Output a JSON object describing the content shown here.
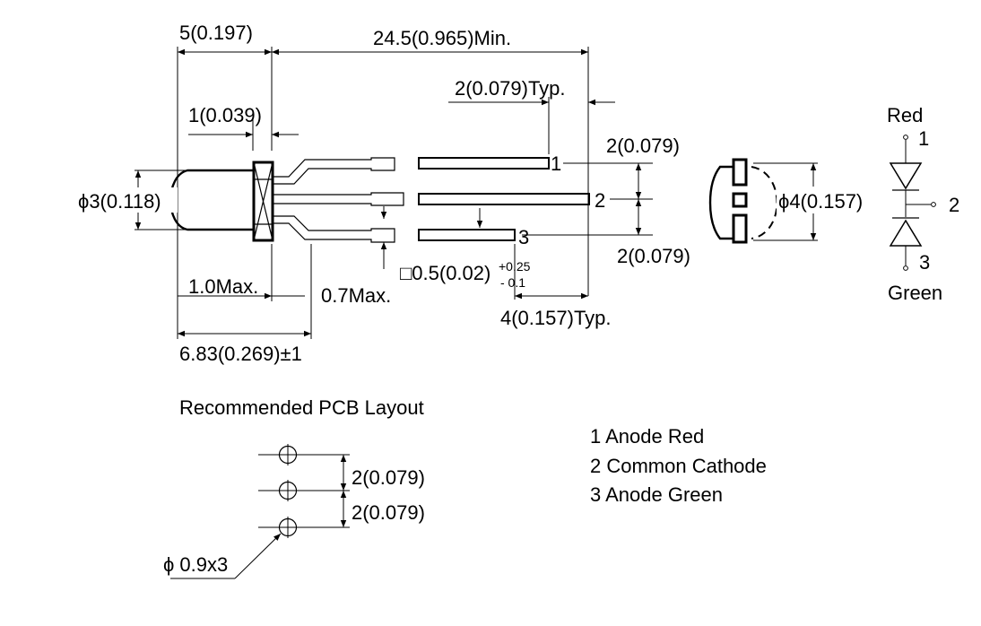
{
  "dims": {
    "d1": "5(0.197)",
    "d2": "24.5(0.965)Min.",
    "d3": "2(0.079)Typ.",
    "d4": "1(0.039)",
    "d5": "2(0.079)",
    "d6": "ϕ3(0.118)",
    "d7": "2(0.079)",
    "d8": "1.0Max.",
    "d9": "0.7Max.",
    "d10_main": "□0.5(0.02)",
    "d10_plus": "+0.25",
    "d10_minus": "- 0.1",
    "d11": "4(0.157)Typ.",
    "d12": "6.83(0.269)±1",
    "d13": "ϕ4(0.157)"
  },
  "pins": [
    "1",
    "2",
    "3"
  ],
  "schematic": {
    "top_label": "Red",
    "bottom_label": "Green",
    "pin_top": "1",
    "pin_mid": "2",
    "pin_bottom": "3"
  },
  "pcb": {
    "title": "Recommended PCB Layout",
    "pitch1": "2(0.079)",
    "pitch2": "2(0.079)",
    "hole": "ϕ 0.9x3"
  },
  "legend": [
    "1 Anode Red",
    "2 Common Cathode",
    "3 Anode Green"
  ],
  "colors": {
    "ink": "#000000",
    "background": "#ffffff"
  }
}
